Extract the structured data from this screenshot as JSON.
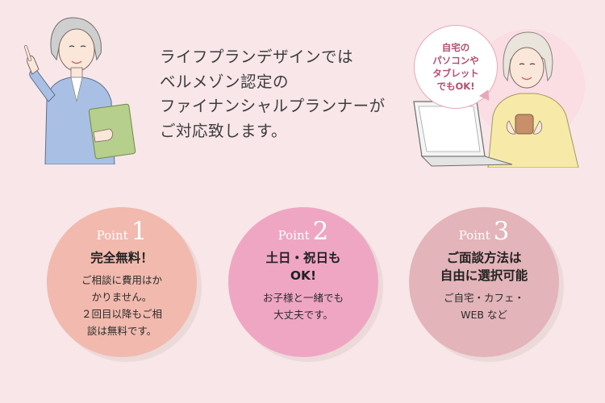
{
  "intro": {
    "lines": [
      "ライフプランデザインでは",
      "ベルメゾン認定の",
      "ファイナンシャルプランナーが",
      "ご対応致します。"
    ]
  },
  "bubble": {
    "lines": [
      "自宅の",
      "パソコンや",
      "タブレット",
      "でもOK!"
    ]
  },
  "points": [
    {
      "word": "Point",
      "number": "1",
      "title": [
        "完全無料！"
      ],
      "desc": [
        "ご相談に費用はか",
        "かりません。",
        "２回目以降もご相",
        "談は無料です。"
      ]
    },
    {
      "word": "Point",
      "number": "2",
      "title": [
        "土日・祝日も",
        "OK!"
      ],
      "desc": [
        "お子様と一緒でも",
        "大丈夫です。"
      ]
    },
    {
      "word": "Point",
      "number": "3",
      "title": [
        "ご面談方法は",
        "自由に選択可能"
      ],
      "desc": [
        "ご自宅・カフェ・",
        "WEB など"
      ]
    }
  ],
  "colors": {
    "background": "#f8e6e8",
    "point1": "#f2b9ae",
    "point2": "#efa6c3",
    "point3": "#e3b4b9",
    "bubble_text": "#b54d70"
  }
}
